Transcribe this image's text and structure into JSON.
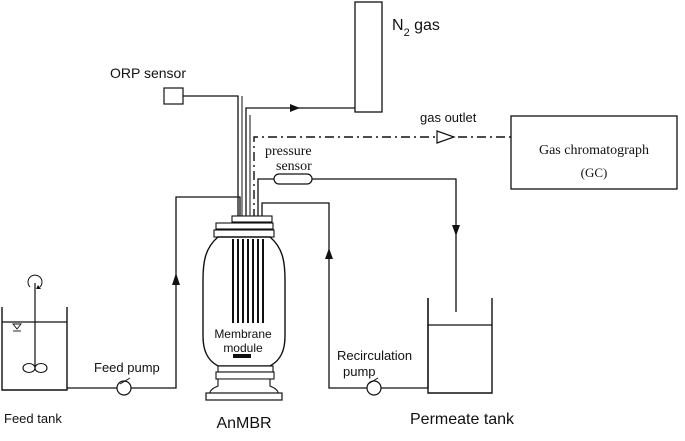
{
  "labels": {
    "n2_main": "N",
    "n2_sub": "2",
    "n2_rest": " gas",
    "orp_sensor": "ORP sensor",
    "gas_outlet": "gas outlet",
    "gc_line1": "Gas chromatograph",
    "gc_line2": "(GC)",
    "pressure_line1": "pressure",
    "pressure_line2": "sensor",
    "membrane_line1": "Membrane",
    "membrane_line2": "module",
    "recirc_line1": "Recirculation",
    "recirc_line2": "pump",
    "feed_pump": "Feed pump",
    "feed_tank": "Feed tank",
    "anmbr": "AnMBR",
    "permeate_tank": "Permeate tank"
  }
}
